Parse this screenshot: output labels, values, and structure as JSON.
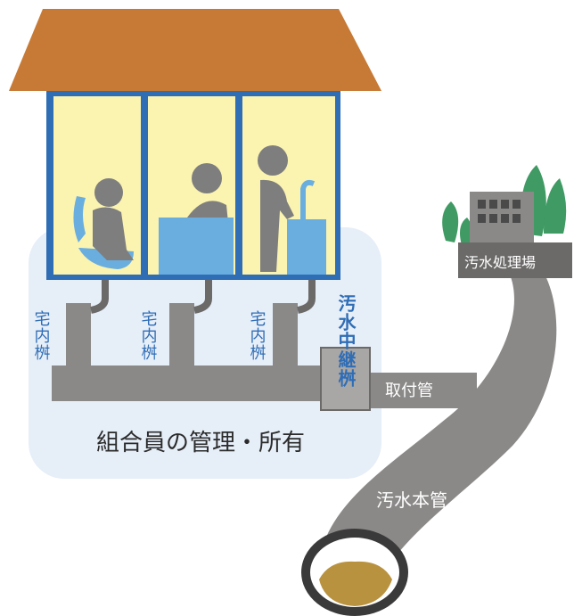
{
  "labels": {
    "manhole_1": "宅内桝",
    "manhole_2": "宅内桝",
    "manhole_3": "宅内桝",
    "relay_manhole": "汚水中継桝",
    "connection_pipe": "取付管",
    "treatment_plant": "汚水処理場",
    "main_pipe": "汚水本管",
    "ownership": "組合員の管理・所有"
  },
  "colors": {
    "roof": "#c77a35",
    "wall_frame": "#2f6db5",
    "room_bg": "#fbf3b0",
    "ownership_zone": "#e6eef8",
    "pipe": "#8b8988",
    "pipe_dark": "#6c6a69",
    "fixture_blue": "#6aaee0",
    "person": "#7e7e7e",
    "tree_green": "#3f9a63",
    "sewage": "#b9923f",
    "label_blue": "#2f6db5"
  },
  "icons": [
    "house-roof",
    "toilet-icon",
    "bathtub-icon",
    "sink-icon",
    "tree-icon",
    "treatment-plant-icon"
  ]
}
